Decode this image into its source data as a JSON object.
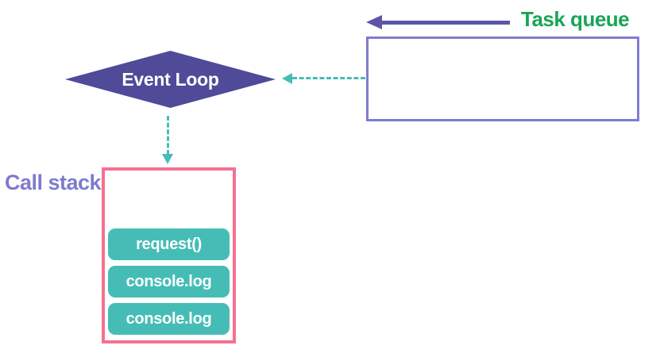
{
  "diagram": {
    "task_queue": {
      "label": "Task queue",
      "items": []
    },
    "event_loop": {
      "label": "Event Loop"
    },
    "call_stack": {
      "label": "Call stack",
      "frames": [
        "request()",
        "console.log",
        "console.log"
      ]
    }
  },
  "colors": {
    "diamond-purple": "#4f4b99",
    "arrow-purple": "#5b56a8",
    "box-purple": "#7e7dd1",
    "label-purple": "#7d7bce",
    "teal": "#45bdb6",
    "green": "#18a558",
    "pink": "#f5708f",
    "white": "#ffffff"
  }
}
